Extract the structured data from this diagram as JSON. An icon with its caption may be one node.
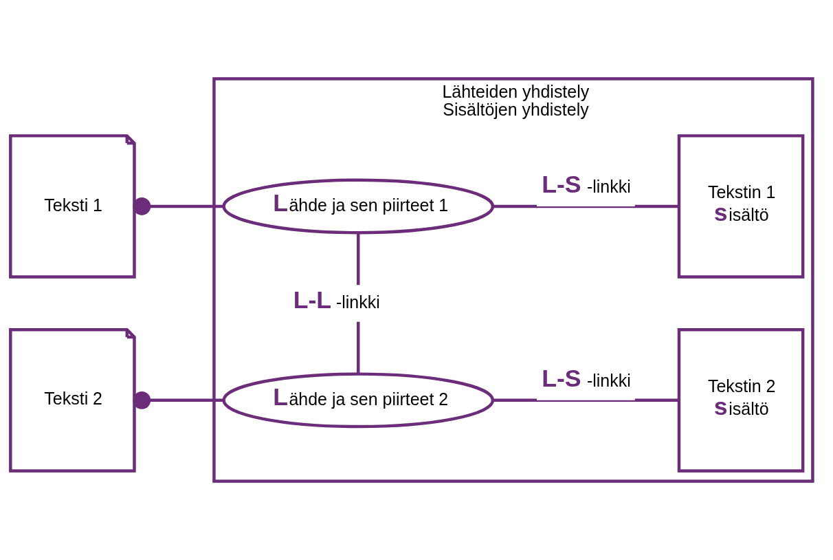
{
  "diagram": {
    "nodes": [
      {
        "text": [
          "Lähteiden yhdistely",
          "Sisältöjen yhdistely"
        ]
      },
      {
        "text": [
          "Teksti 1"
        ]
      },
      {
        "text": [
          "**L**ähde ja sen piirteet 1"
        ],
        "in": 0
      },
      {
        "text": [
          "Tekstin 1 **s**isältö"
        ],
        "in": 0
      },
      {
        "text": [
          "Teksti 2"
        ]
      },
      {
        "text": [
          "**L**ähde ja sen piirteet 2"
        ],
        "in": 0
      },
      {
        "text": [
          "Tekstin 2 **s**isältö"
        ],
        "in": 0
      }
    ],
    "edges": [
      {
        "from": 1,
        "to": 2,
        "arrow": "other"
      },
      {
        "from": 2,
        "to": 3,
        "arrow": "none",
        "label": "**L-S** -linkki"
      },
      {
        "from": 2,
        "to": 5,
        "arrow": "none",
        "label": "**L-L** -linkki"
      },
      {
        "from": 4,
        "to": 5,
        "arrow": "other"
      },
      {
        "from": 5,
        "to": 6,
        "arrow": "none",
        "label": "**L-S** -linkki"
      }
    ]
  }
}
